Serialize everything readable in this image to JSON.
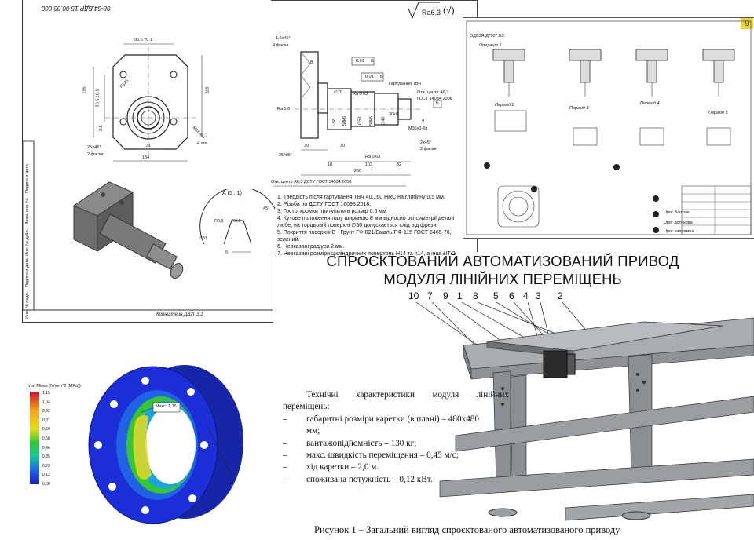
{
  "drawing1": {
    "stamp": "08-64.БДР 15.00.00.000",
    "dims": {
      "d1": "96.5 ±0.1",
      "d2": "96.5 ±0.1",
      "d3": "155",
      "d4": "118",
      "d5": "R125",
      "d6": "M16-6H",
      "d7": "4 отв.",
      "d8": "25×45°",
      "d9": "2 фаски",
      "d10": "31",
      "d11": "134",
      "d12": "2.5"
    },
    "side_labels": [
      "Подпис и дата",
      "Взам. инв. №",
      "Инв. № дубл.",
      "Подпис и дата",
      "Инв. № подл."
    ],
    "bottom_stamp": "Кронштейн ДВ2ПЗ.1"
  },
  "drawing2": {
    "roughness": "Ra6.3",
    "roughness_check": "(√)",
    "dims": {
      "chamfer": "1,6х45°",
      "chamfer_note": "4 фаски",
      "d_b": "B",
      "tol1": "0.01",
      "tol1_base": "Б",
      "tol2": "0.01",
      "tol2_base": "Б",
      "harden": "Гартування ТВЧ",
      "center_hole": "Отв. центр А6,3",
      "gost": "ГОСТ 14034:2008",
      "gost_base": "Б",
      "ra16": "Ra 1.6",
      "ra063a": "Ra 0.63",
      "ra063b": "Ra 0.63",
      "d70": "∅70",
      "d58": "58",
      "d50k6a": "50k6",
      "d50": "∅50",
      "d50k6b": "50k6",
      "d40": "∅40",
      "d30k6": "30k6",
      "m36": "M36x2-6g",
      "d2x45": "2х45°",
      "c2": "2 фаски",
      "l30a": "30",
      "l30b": "30",
      "l25": "25°±5°",
      "l18": "18",
      "l103": "103",
      "l32": "32",
      "l200": "200",
      "l4": "4"
    },
    "center_bottom": "Отв. центр А6,3 ДСТУ ГОСТ 14034:2008",
    "detail_title": "А (5 : 1)",
    "detail_dims": [
      "R0,5",
      "R0,5",
      "45°",
      "∅31",
      "5"
    ],
    "notes": [
      "1.   Твердість після гартування ТВЧ 40...60 HRC на глибину 0,5 мм.",
      "2.   Різьба по ДСТУ ГОСТ 16093:2018.",
      "3.   Гострі кромки притупити в розмір 0,6 мм.",
      "4.   Кутове положення пазу шириною 8 мм відносно осі симетрії деталі",
      "      любе, на торцьовій поверхні ∅50 допускається слід від фрези.",
      "5.   Покриття поверхні В - Грунт ГФ-021/Емаль ПФ-115 ГОСТ 6465-76,",
      "      зелений.",
      "6.   Невказані радіуси 2 мм.",
      "7.   Невказані розміри циліндричних поверхонь Н14 та h14, а інші ±IT/2."
    ]
  },
  "drawing3": {
    "page_number": "9",
    "stamp": "ОДВЗЯ.ДП.07.ВЗ",
    "ops": [
      "Операція 1",
      "Перехід 2",
      "Перехід 3",
      "Перехід 4",
      "Перехід 5"
    ],
    "legend": [
      "Upor Вантаж",
      "Upor дотикова",
      "Upor напрямна"
    ]
  },
  "fea": {
    "legend_title": "von Mises (N/mm^2 (MPa))",
    "legend_values": [
      "1,15",
      "1,04",
      "0,92",
      "0,81",
      "0,69",
      "0,58",
      "0,46",
      "0,35",
      "0,23",
      "0,12",
      "0,00"
    ],
    "max_label": "Макс: 1,15",
    "colors": [
      "#c8102e",
      "#e25b1e",
      "#f2a31b",
      "#e6dc1c",
      "#9ad629",
      "#37c43a",
      "#1cc69a",
      "#1aa3dc",
      "#1f62e6",
      "#1c2fd6",
      "#1a1db8"
    ]
  },
  "title": {
    "line1": "СПРОЄКТОВАНИЙ АВТОМАТИЗОВАНИЙ ПРИВОД",
    "line2": "МОДУЛЯ ЛІНІЙНИХ ПЕРЕМІЩЕНЬ"
  },
  "callouts": [
    "10",
    "7",
    "9",
    "1",
    "8",
    "5",
    "6",
    "4",
    "3",
    "2"
  ],
  "specs": {
    "intro1": "Технічні        характеристики        модуля        лінійних",
    "intro2": "переміщень:",
    "items": [
      {
        "dash": "–",
        "text": "габаритні розміри каретки (в плані) – 480x480 мм;"
      },
      {
        "dash": "–",
        "text": "вантажопідйомність – 130 кг;"
      },
      {
        "dash": "–",
        "text": "макс. швидкість переміщення – 0,45 м/с;"
      },
      {
        "dash": "–",
        "text": "хід каретки – 2,0 м."
      },
      {
        "dash": "–",
        "text": "споживана потужність – 0,12 кВт."
      }
    ]
  },
  "caption": "Рисунок 1 – Загальний вигляд спроєктованого автоматизованого приводу"
}
